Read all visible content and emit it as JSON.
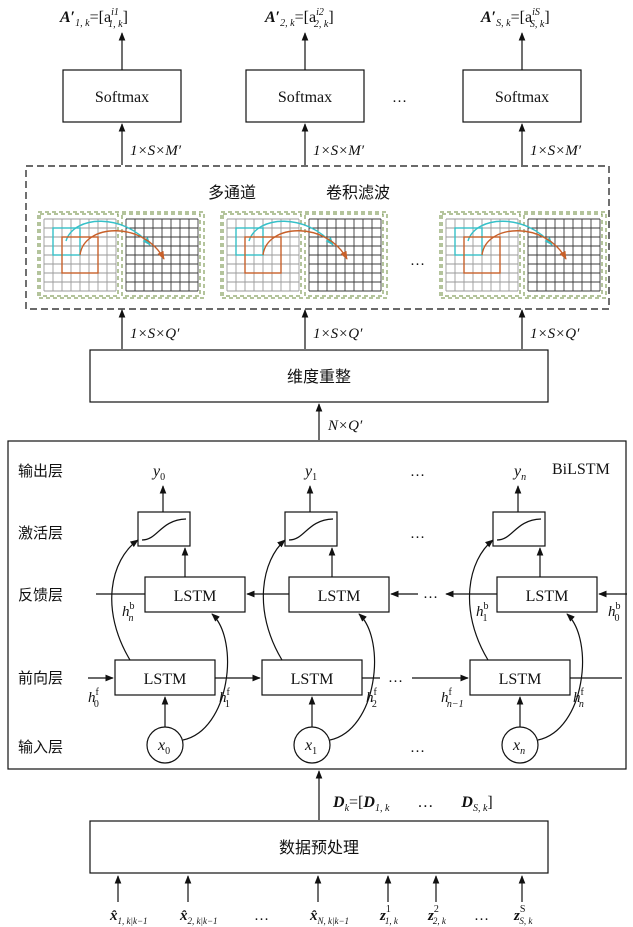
{
  "softmax": {
    "outputs": [
      {
        "base": "A",
        "prime": "′",
        "sub": "1, k",
        "eq": "=[a",
        "sup2": "i1",
        "sub2": "1, k",
        "close": "]"
      },
      {
        "base": "A",
        "prime": "′",
        "sub": "2, k",
        "eq": "=[a",
        "sup2": "i2",
        "sub2": "2, k",
        "close": "]"
      },
      {
        "base": "A",
        "prime": "′",
        "sub": "S, k",
        "eq": "=[a",
        "sup2": "iS",
        "sub2": "S, k",
        "close": "]"
      }
    ],
    "box_label": "Softmax",
    "ellipsis": "…",
    "dim_label": "1×S×M′"
  },
  "filter": {
    "title_left": "多通道",
    "title_right": "卷积滤波",
    "ellipsis": "…"
  },
  "reshape": {
    "label": "维度重整",
    "input_dim": "1×S×Q′",
    "in_dim": "N×Q′"
  },
  "bilstm": {
    "title": "BiLSTM",
    "row_labels": [
      "输出层",
      "激活层",
      "反馈层",
      "前向层",
      "输入层"
    ],
    "lstm_label": "LSTM",
    "ellipsis": "…",
    "outputs": [
      {
        "base": "y",
        "sub": "0"
      },
      {
        "base": "y",
        "sub": "1"
      },
      {
        "base": "y",
        "sub": "n"
      }
    ],
    "inputs": [
      {
        "base": "x",
        "sub": "0"
      },
      {
        "base": "x",
        "sub": "1"
      },
      {
        "base": "x",
        "sub": "n"
      }
    ],
    "hb_labels": [
      {
        "base": "h",
        "sup": "b",
        "sub": "n"
      },
      {
        "base": "h",
        "sup": "b",
        "sub": "1"
      },
      {
        "base": "h",
        "sup": "b",
        "sub": "0"
      }
    ],
    "hf_labels": [
      {
        "base": "h",
        "sup": "f",
        "sub": "0"
      },
      {
        "base": "h",
        "sup": "f",
        "sub": "1"
      },
      {
        "base": "h",
        "sup": "f",
        "sub": "2"
      },
      {
        "base": "h",
        "sup": "f",
        "sub": "n−1"
      },
      {
        "base": "h",
        "sup": "f",
        "sub": "n"
      }
    ]
  },
  "data_seq": {
    "D_left": "D",
    "D_sub": "k",
    "eq": "=[",
    "D1": "D",
    "D1_sub": "1, k",
    "ellipsis": "…",
    "DS": "D",
    "DS_sub": "S, k",
    "close": "]"
  },
  "preprocess": {
    "label": "数据预处理",
    "inputs": [
      {
        "base": "x̂",
        "sub": "1, k|k−1"
      },
      {
        "base": "x̂",
        "sub": "2, k|k−1"
      },
      {
        "base": "…",
        "sub": ""
      },
      {
        "base": "x̂",
        "sub": "N, k|k−1"
      },
      {
        "base": "z",
        "sup": "1",
        "sub": "1, k"
      },
      {
        "base": "z",
        "sup": "2",
        "sub": "2, k"
      },
      {
        "base": "…",
        "sub": ""
      },
      {
        "base": "z",
        "sup": "S",
        "sub": "S, k"
      }
    ]
  },
  "colors": {
    "line": "#111111",
    "grid_light": "#9a9a9a",
    "grid_dark": "#3a3a3a",
    "dash_green": "#6a8a3a",
    "cyan_arrow": "#35c0c8",
    "orange_arrow": "#c8602a"
  }
}
